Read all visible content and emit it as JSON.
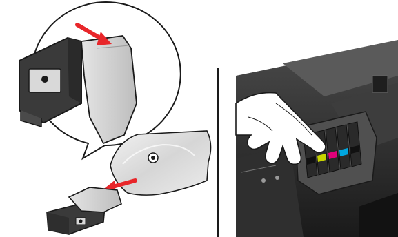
{
  "figure": {
    "left_panel": {
      "callout": "magnified-cartridge-tape-removal",
      "elements": [
        "ink-cartridge",
        "protective-cap",
        "foil-pouch",
        "removal-arrows"
      ]
    },
    "right_panel": {
      "elements": [
        "printer-interior",
        "carriage",
        "installed-cartridges",
        "hand"
      ],
      "cartridge_colors": [
        "#111111",
        "#c8d400",
        "#e0007a",
        "#00a6e0",
        "#111111"
      ]
    },
    "colors": {
      "arrow": "#e8262a",
      "outline": "#1a1a1a",
      "cartridge_body": "#3a3a3a",
      "printer_body": "#262626",
      "background": "#ffffff"
    }
  }
}
